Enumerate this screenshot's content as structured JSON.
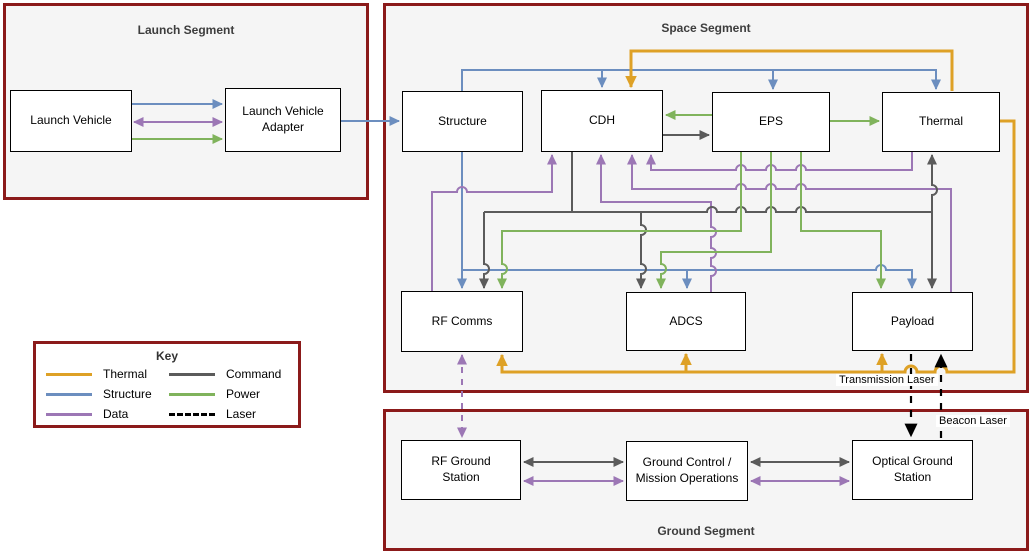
{
  "colors": {
    "thermal": "#DEA126",
    "structure": "#6C8EBF",
    "data": "#9C77B5",
    "command": "#5B5B5B",
    "power": "#80B35C",
    "laser": "#000000",
    "segment_border": "#8B1A1A",
    "segment_background": "#F5F5F5",
    "node_background": "#FFFFFF",
    "node_border": "#000000"
  },
  "segments": {
    "launch": {
      "title": "Launch Segment"
    },
    "space": {
      "title": "Space Segment"
    },
    "ground": {
      "title": "Ground Segment"
    }
  },
  "nodes": {
    "launch_vehicle": {
      "label": "Launch Vehicle"
    },
    "launch_vehicle_adapter": {
      "label": "Launch Vehicle\nAdapter"
    },
    "structure": {
      "label": "Structure"
    },
    "cdh": {
      "label": "CDH"
    },
    "eps": {
      "label": "EPS"
    },
    "thermal": {
      "label": "Thermal"
    },
    "rf_comms": {
      "label": "RF Comms"
    },
    "adcs": {
      "label": "ADCS"
    },
    "payload": {
      "label": "Payload"
    },
    "rf_ground_station": {
      "label": "RF Ground\nStation"
    },
    "ground_control": {
      "label": "Ground Control /\nMission Operations"
    },
    "optical_ground_station": {
      "label": "Optical Ground\nStation"
    }
  },
  "key": {
    "title": "Key",
    "entries": [
      {
        "label": "Thermal",
        "color_key": "thermal",
        "dashed": false
      },
      {
        "label": "Structure",
        "color_key": "structure",
        "dashed": false
      },
      {
        "label": "Data",
        "color_key": "data",
        "dashed": false
      },
      {
        "label": "Command",
        "color_key": "command",
        "dashed": false
      },
      {
        "label": "Power",
        "color_key": "power",
        "dashed": false
      },
      {
        "label": "Laser",
        "color_key": "laser",
        "dashed": true
      }
    ]
  },
  "annotations": {
    "transmission_laser": "Transmission Laser",
    "beacon_laser": "Beacon Laser"
  },
  "connections": [
    {
      "from": "Launch Vehicle",
      "to": "Launch Vehicle Adapter",
      "type": "structure",
      "bidirectional": false
    },
    {
      "from": "Launch Vehicle",
      "to": "Launch Vehicle Adapter",
      "type": "data",
      "bidirectional": true
    },
    {
      "from": "Launch Vehicle",
      "to": "Launch Vehicle Adapter",
      "type": "power",
      "bidirectional": false
    },
    {
      "from": "Launch Vehicle Adapter",
      "to": "Structure",
      "type": "structure",
      "bidirectional": false
    },
    {
      "from": "Structure",
      "to": "CDH",
      "type": "structure",
      "bidirectional": false
    },
    {
      "from": "Structure",
      "to": "EPS",
      "type": "structure",
      "bidirectional": false
    },
    {
      "from": "Structure",
      "to": "Thermal",
      "type": "structure",
      "bidirectional": false
    },
    {
      "from": "Structure",
      "to": "RF Comms",
      "type": "structure",
      "bidirectional": false
    },
    {
      "from": "Structure",
      "to": "ADCS",
      "type": "structure",
      "bidirectional": false
    },
    {
      "from": "Structure",
      "to": "Payload",
      "type": "structure",
      "bidirectional": false
    },
    {
      "from": "Thermal",
      "to": "CDH",
      "type": "thermal",
      "bidirectional": false
    },
    {
      "from": "Thermal",
      "to": "RF Comms",
      "type": "thermal",
      "bidirectional": false
    },
    {
      "from": "Thermal",
      "to": "ADCS",
      "type": "thermal",
      "bidirectional": false
    },
    {
      "from": "Thermal",
      "to": "Payload",
      "type": "thermal",
      "bidirectional": false
    },
    {
      "from": "EPS",
      "to": "CDH",
      "type": "power",
      "bidirectional": false
    },
    {
      "from": "EPS",
      "to": "Thermal",
      "type": "power",
      "bidirectional": false
    },
    {
      "from": "EPS",
      "to": "RF Comms",
      "type": "power",
      "bidirectional": false
    },
    {
      "from": "EPS",
      "to": "ADCS",
      "type": "power",
      "bidirectional": false
    },
    {
      "from": "EPS",
      "to": "Payload",
      "type": "power",
      "bidirectional": false
    },
    {
      "from": "CDH",
      "to": "EPS",
      "type": "command",
      "bidirectional": false
    },
    {
      "from": "CDH",
      "to": "RF Comms",
      "type": "command",
      "bidirectional": false
    },
    {
      "from": "CDH",
      "to": "ADCS",
      "type": "command",
      "bidirectional": false
    },
    {
      "from": "CDH",
      "to": "Thermal",
      "type": "command",
      "bidirectional": false
    },
    {
      "from": "CDH",
      "to": "Payload",
      "type": "command",
      "bidirectional": false
    },
    {
      "from": "RF Comms",
      "to": "CDH",
      "type": "data",
      "bidirectional": false
    },
    {
      "from": "ADCS",
      "to": "CDH",
      "type": "data",
      "bidirectional": false
    },
    {
      "from": "Payload",
      "to": "CDH",
      "type": "data",
      "bidirectional": false
    },
    {
      "from": "Thermal",
      "to": "CDH",
      "type": "data",
      "bidirectional": false
    },
    {
      "from": "RF Comms",
      "to": "RF Ground Station",
      "type": "data",
      "bidirectional": true,
      "dashed": true
    },
    {
      "from": "Payload",
      "to": "Optical Ground Station",
      "type": "laser",
      "bidirectional": false,
      "label": "Transmission Laser"
    },
    {
      "from": "Optical Ground Station",
      "to": "Payload",
      "type": "laser",
      "bidirectional": false,
      "label": "Beacon Laser"
    },
    {
      "from": "RF Ground Station",
      "to": "Ground Control / Mission Operations",
      "type": "command",
      "bidirectional": true
    },
    {
      "from": "RF Ground Station",
      "to": "Ground Control / Mission Operations",
      "type": "data",
      "bidirectional": true
    },
    {
      "from": "Ground Control / Mission Operations",
      "to": "Optical Ground Station",
      "type": "command",
      "bidirectional": true
    },
    {
      "from": "Ground Control / Mission Operations",
      "to": "Optical Ground Station",
      "type": "data",
      "bidirectional": true
    }
  ]
}
